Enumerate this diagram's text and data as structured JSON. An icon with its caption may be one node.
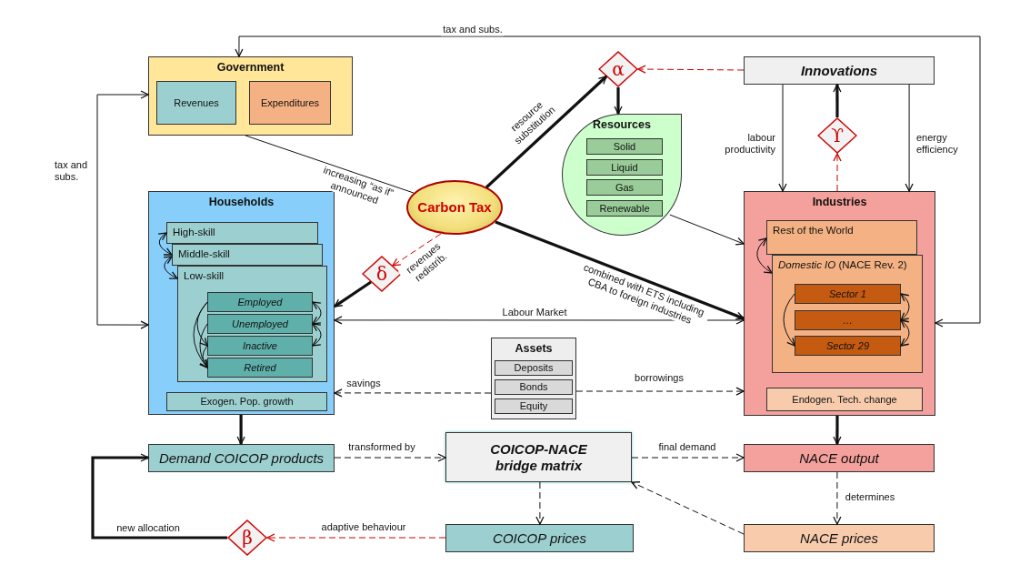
{
  "diagram": {
    "nodes": [
      {
        "text": [
          "Government"
        ]
      },
      {
        "text": [
          "Revenues"
        ],
        "in": 0
      },
      {
        "text": [
          "Expenditures"
        ],
        "in": 0
      },
      {
        "text": [
          "Innovations"
        ]
      },
      {
        "text": [
          "α"
        ]
      },
      {
        "text": [
          "Resources"
        ]
      },
      {
        "text": [
          "Solid"
        ],
        "in": 5
      },
      {
        "text": [
          "Liquid"
        ],
        "in": 5
      },
      {
        "text": [
          "Gas"
        ],
        "in": 5
      },
      {
        "text": [
          "Renewable"
        ],
        "in": 5
      },
      {
        "text": [
          "ϒ"
        ]
      },
      {
        "text": [
          "Carbon Tax"
        ]
      },
      {
        "text": [
          "δ"
        ]
      },
      {
        "text": [
          "Households"
        ]
      },
      {
        "text": [
          "High-skill"
        ],
        "in": 13
      },
      {
        "text": [
          "Middle-skill"
        ],
        "in": 13
      },
      {
        "text": [
          "Low-skill"
        ],
        "in": 13
      },
      {
        "text": [
          "Employed"
        ],
        "in": 16
      },
      {
        "text": [
          "Unemployed"
        ],
        "in": 16
      },
      {
        "text": [
          "Inactive"
        ],
        "in": 16
      },
      {
        "text": [
          "Retired"
        ],
        "in": 16
      },
      {
        "text": [
          "Exogen. Pop. growth"
        ],
        "in": 13
      },
      {
        "text": [
          "Industries"
        ]
      },
      {
        "text": [
          "Rest of the World"
        ],
        "in": 22
      },
      {
        "text": [
          "*Domestic IO* (NACE Rev. 2)"
        ],
        "in": 22
      },
      {
        "text": [
          "Sector 1"
        ],
        "in": 24
      },
      {
        "text": [
          "…"
        ],
        "in": 24
      },
      {
        "text": [
          "Sector 29"
        ],
        "in": 24
      },
      {
        "text": [
          "Endogen. Tech. change"
        ],
        "in": 22
      },
      {
        "text": [
          "Assets"
        ]
      },
      {
        "text": [
          "Deposits"
        ],
        "in": 29
      },
      {
        "text": [
          "Bonds"
        ],
        "in": 29
      },
      {
        "text": [
          "Equity"
        ],
        "in": 29
      },
      {
        "text": [
          "Demand COICOP products"
        ]
      },
      {
        "text": [
          "COICOP-NACE bridge matrix"
        ]
      },
      {
        "text": [
          "NACE output"
        ]
      },
      {
        "text": [
          "β"
        ]
      },
      {
        "text": [
          "COICOP prices"
        ]
      },
      {
        "text": [
          "NACE prices"
        ]
      }
    ],
    "edges": [
      {
        "from": 22,
        "to": 0,
        "arrow": "both",
        "label": "tax and subs."
      },
      {
        "from": 0,
        "to": 13,
        "arrow": "both",
        "label": "tax and subs."
      },
      {
        "from": 0,
        "to": 11,
        "arrow": "none",
        "label": "increasing “as if” announced"
      },
      {
        "from": 11,
        "to": 4,
        "arrow": "to",
        "label": "resource substitution",
        "style": "thick"
      },
      {
        "from": 3,
        "to": 4,
        "arrow": "to",
        "style": "dashed",
        "color": "#cc0000"
      },
      {
        "from": 4,
        "to": 5,
        "arrow": "to",
        "style": "thick"
      },
      {
        "from": 5,
        "to": 22,
        "arrow": "to"
      },
      {
        "from": 3,
        "to": 22,
        "arrow": "to",
        "label": "labour productivity"
      },
      {
        "from": 3,
        "to": 22,
        "arrow": "to",
        "label": "energy efficiency"
      },
      {
        "from": 22,
        "to": 10,
        "arrow": "to",
        "style": "dashed",
        "color": "#cc0000"
      },
      {
        "from": 10,
        "to": 3,
        "arrow": "to",
        "style": "thick"
      },
      {
        "from": 11,
        "to": 12,
        "arrow": "to",
        "label": "revenues redistrib.",
        "style": "dashed",
        "color": "#cc0000"
      },
      {
        "from": 12,
        "to": 13,
        "arrow": "to",
        "style": "thick"
      },
      {
        "from": 11,
        "to": 22,
        "arrow": "to",
        "label": "combined with ETS including CBA to foreign industries",
        "style": "thick"
      },
      {
        "from": 22,
        "to": 13,
        "arrow": "both",
        "label": "Labour Market"
      },
      {
        "from": 29,
        "to": 13,
        "arrow": "to",
        "label": "savings",
        "style": "dashed"
      },
      {
        "from": 29,
        "to": 22,
        "arrow": "to",
        "label": "borrowings",
        "style": "dashed"
      },
      {
        "from": 13,
        "to": 33,
        "arrow": "to",
        "style": "thick"
      },
      {
        "from": 33,
        "to": 34,
        "arrow": "to",
        "label": "transformed by",
        "style": "dashed"
      },
      {
        "from": 34,
        "to": 35,
        "arrow": "to",
        "label": "final demand",
        "style": "dashed"
      },
      {
        "from": 22,
        "to": 35,
        "arrow": "to",
        "style": "thick"
      },
      {
        "from": 35,
        "to": 38,
        "arrow": "to",
        "label": "determines",
        "style": "dashed"
      },
      {
        "from": 38,
        "to": 34,
        "arrow": "to",
        "style": "dashed"
      },
      {
        "from": 34,
        "to": 37,
        "arrow": "to",
        "style": "dashed"
      },
      {
        "from": 37,
        "to": 36,
        "arrow": "to",
        "label": "adaptive behaviour",
        "style": "dashed",
        "color": "#cc0000"
      },
      {
        "from": 36,
        "to": 33,
        "arrow": "to",
        "label": "new allocation",
        "style": "thick"
      },
      {
        "from": 14,
        "to": 15,
        "arrow": "both"
      },
      {
        "from": 15,
        "to": 16,
        "arrow": "both"
      },
      {
        "from": 17,
        "to": 18,
        "arrow": "both"
      },
      {
        "from": 17,
        "to": 19,
        "arrow": "to"
      },
      {
        "from": 17,
        "to": 20,
        "arrow": "to"
      },
      {
        "from": 18,
        "to": 19,
        "arrow": "both"
      },
      {
        "from": 18,
        "to": 20,
        "arrow": "to"
      },
      {
        "from": 19,
        "to": 20,
        "arrow": "to"
      },
      {
        "from": 23,
        "to": 24,
        "arrow": "both"
      },
      {
        "from": 25,
        "to": 26,
        "arrow": "both"
      },
      {
        "from": 25,
        "to": 27,
        "arrow": "to"
      },
      {
        "from": 26,
        "to": 27,
        "arrow": "both"
      }
    ]
  }
}
